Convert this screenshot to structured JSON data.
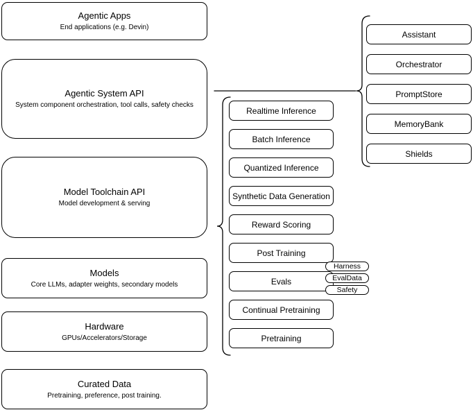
{
  "diagram": {
    "layers": [
      {
        "title": "Agentic Apps",
        "subtitle": "End applications (e.g. Devin)"
      },
      {
        "title": "Agentic System API",
        "subtitle": "System component orchestration, tool calls, safety checks"
      },
      {
        "title": "Model Toolchain API",
        "subtitle": "Model development & serving"
      },
      {
        "title": "Models",
        "subtitle": "Core LLMs, adapter weights, secondary models"
      },
      {
        "title": "Hardware",
        "subtitle": "GPUs/Accelerators/Storage"
      },
      {
        "title": "Curated Data",
        "subtitle": "Pretraining, preference, post training."
      }
    ],
    "toolchain_items": [
      "Realtime Inference",
      "Batch Inference",
      "Quantized Inference",
      "Synthetic Data Generation",
      "Reward Scoring",
      "Post Training",
      "Evals",
      "Continual Pretraining",
      "Pretraining"
    ],
    "evals_tags": [
      "Harness",
      "EvalData",
      "Safety"
    ],
    "system_components": [
      "Assistant",
      "Orchestrator",
      "PromptStore",
      "MemoryBank",
      "Shields"
    ],
    "colors": {
      "stroke": "#000000",
      "fill": "#ffffff",
      "text": "#000000",
      "background": "#ffffff"
    }
  }
}
